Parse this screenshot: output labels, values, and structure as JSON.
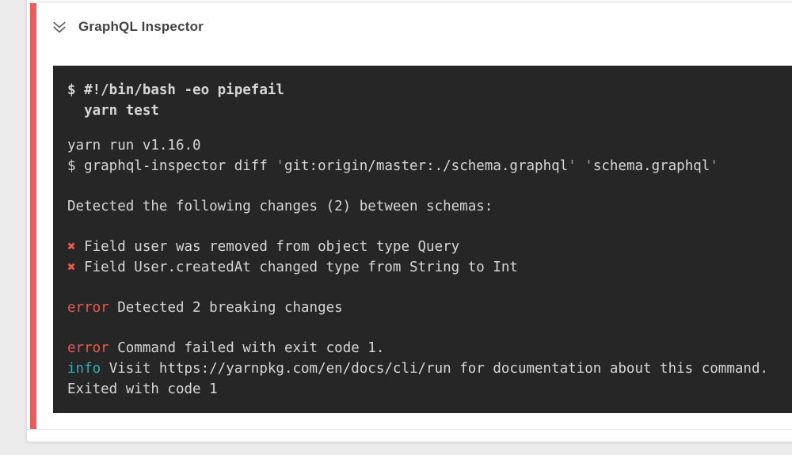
{
  "header": {
    "title": "GraphQL Inspector",
    "icon": "double-chevron-down-icon"
  },
  "terminal": {
    "command_lines": [
      "$ #!/bin/bash -eo pipefail",
      "  yarn test"
    ],
    "output_lines": [
      [
        {
          "t": "yarn run v1.16.0",
          "c": "plain"
        }
      ],
      [
        {
          "t": "$ graphql-inspector diff ",
          "c": "plain"
        },
        {
          "t": "'",
          "c": "dim"
        },
        {
          "t": "git:origin/master:./schema.graphql",
          "c": "plain"
        },
        {
          "t": "'",
          "c": "dim"
        },
        {
          "t": " ",
          "c": "plain"
        },
        {
          "t": "'",
          "c": "dim"
        },
        {
          "t": "schema.graphql",
          "c": "plain"
        },
        {
          "t": "'",
          "c": "dim"
        }
      ],
      [],
      [
        {
          "t": "Detected the following changes (2) between schemas:",
          "c": "plain"
        }
      ],
      [],
      [
        {
          "t": "✖",
          "c": "xmark"
        },
        {
          "t": " Field user was removed from object type Query",
          "c": "plain"
        }
      ],
      [
        {
          "t": "✖",
          "c": "xmark"
        },
        {
          "t": " Field User.createdAt changed type from String to Int",
          "c": "plain"
        }
      ],
      [],
      [
        {
          "t": "error",
          "c": "red"
        },
        {
          "t": " Detected 2 breaking changes",
          "c": "plain"
        }
      ],
      [],
      [
        {
          "t": "error",
          "c": "red"
        },
        {
          "t": " Command failed with exit code 1.",
          "c": "plain"
        }
      ],
      [
        {
          "t": "info",
          "c": "cyan"
        },
        {
          "t": " Visit https://yarnpkg.com/en/docs/cli/run for documentation about this command.",
          "c": "plain"
        }
      ],
      [
        {
          "t": "Exited with code 1",
          "c": "plain"
        }
      ]
    ]
  },
  "colors": {
    "accent_red": "#ef5b5b",
    "terminal_bg": "#262626",
    "terminal_text": "#d6d6d6",
    "terminal_bold": "#fafafa",
    "terminal_dim": "#9a9a9a",
    "error_red": "#e85950",
    "info_cyan": "#2ab0c0"
  }
}
